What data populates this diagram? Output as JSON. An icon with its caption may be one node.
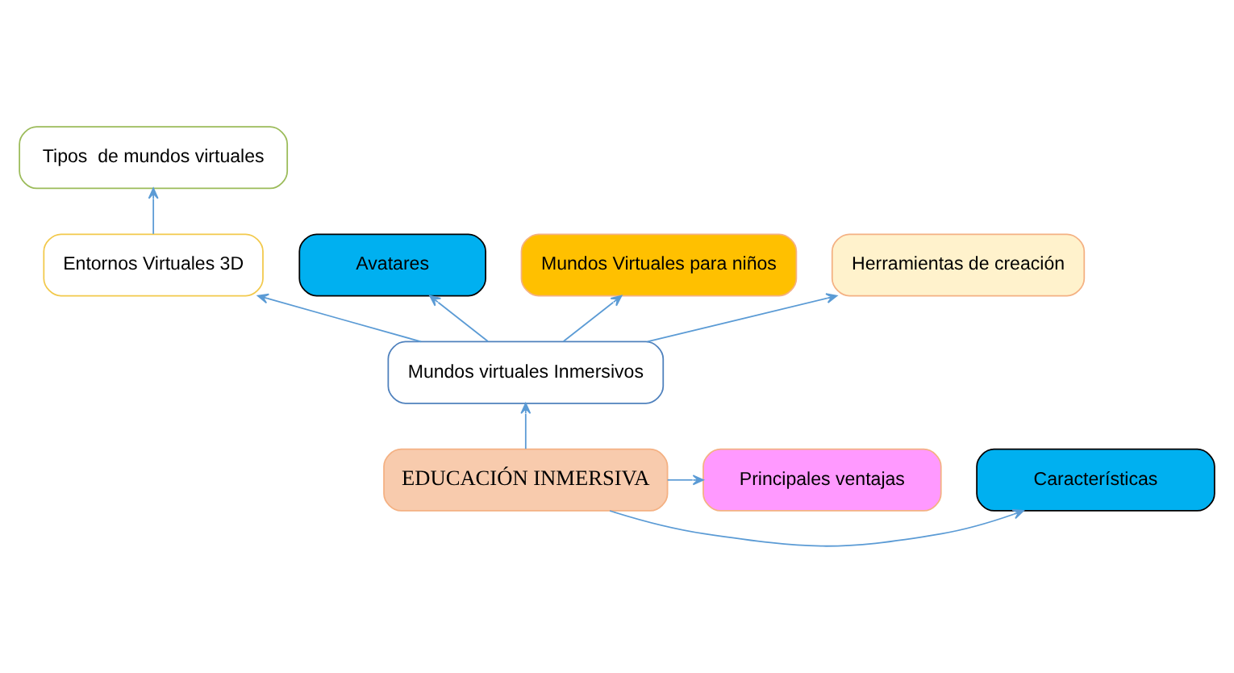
{
  "diagram": {
    "nodes": [
      {
        "text": [
          "Tipos  de mundos virtuales"
        ]
      },
      {
        "text": [
          "Entornos Virtuales 3D"
        ]
      },
      {
        "text": [
          "Mundos virtuales Inmersivos"
        ]
      },
      {
        "text": [
          "Avatares"
        ]
      },
      {
        "text": [
          "Mundos Virtuales para niños"
        ]
      },
      {
        "text": [
          "Herramientas de creación"
        ]
      },
      {
        "text": [
          "Características"
        ]
      },
      {
        "text": [
          "EDUCACIÓN INMERSIVA"
        ]
      },
      {
        "text": [
          "Principales ventajas"
        ]
      }
    ],
    "edges": [
      {
        "from": 7,
        "to": 2,
        "arrow": "to"
      },
      {
        "from": 2,
        "to": 1,
        "arrow": "to"
      },
      {
        "from": 1,
        "to": 0,
        "arrow": "to"
      },
      {
        "from": 2,
        "to": 3,
        "arrow": "to"
      },
      {
        "from": 2,
        "to": 4,
        "arrow": "to"
      },
      {
        "from": 2,
        "to": 5,
        "arrow": "to"
      },
      {
        "from": 7,
        "to": 6,
        "arrow": "to"
      },
      {
        "from": 7,
        "to": 8,
        "arrow": "to"
      }
    ]
  }
}
